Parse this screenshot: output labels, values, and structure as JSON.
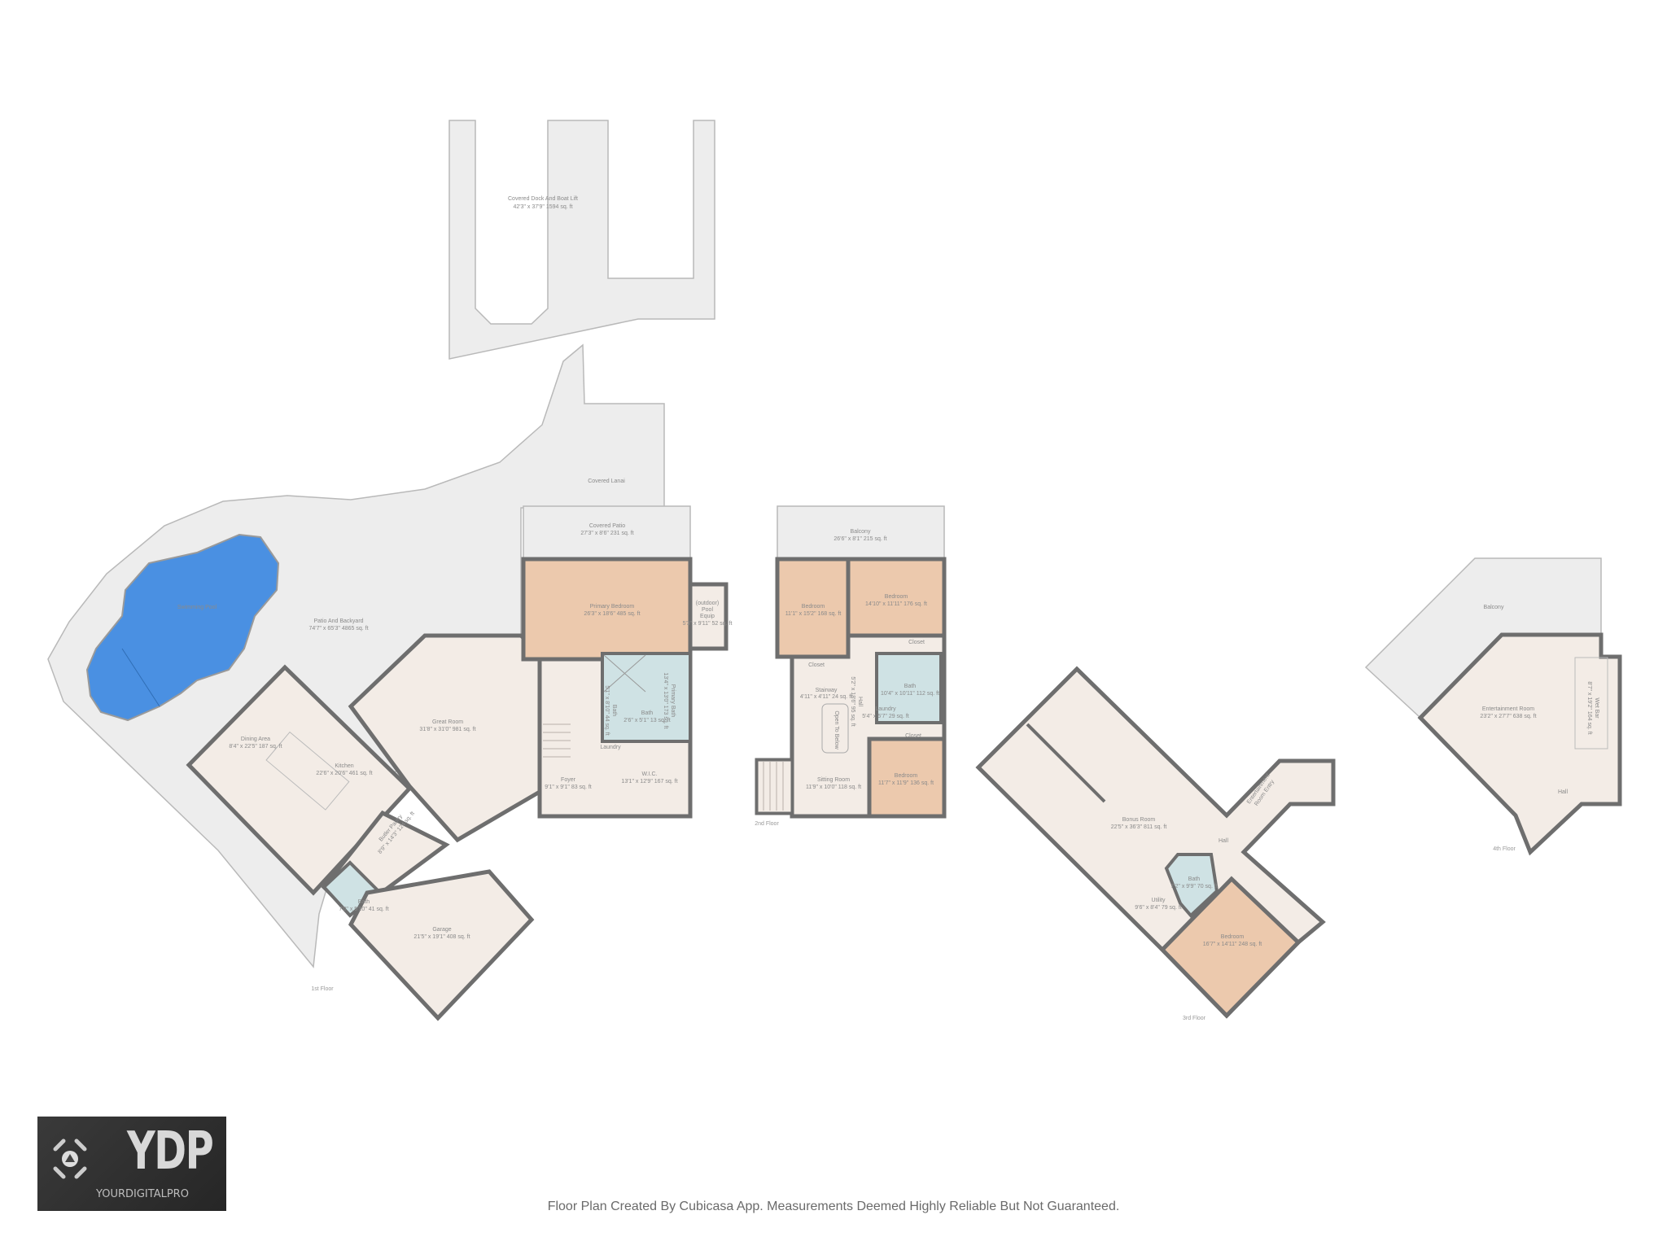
{
  "dock": {
    "name": "Covered Dock And Boat Lift",
    "dims": "42'3\" x 37'9\" 1594 sq. ft"
  },
  "floor1": {
    "label": "1st Floor",
    "pool": {
      "name": "Swimming Pool"
    },
    "patio_backyard": {
      "name": "Patio And Backyard",
      "dims": "74'7\" x 65'3\" 4865 sq. ft"
    },
    "covered_lanai": {
      "name": "Covered Lanai"
    },
    "covered_patio": {
      "name": "Covered Patio",
      "dims": "27'3\" x 8'6\" 231 sq. ft"
    },
    "primary_bedroom": {
      "name": "Primary Bedroom",
      "dims": "26'3\" x 18'6\" 485 sq. ft"
    },
    "pool_equip": {
      "line1": "(outdoor)",
      "line2": "Pool",
      "line3": "Equip",
      "dims": "5'3\" x 9'11\" 52 sq. ft"
    },
    "dining_area": {
      "name": "Dining Area",
      "dims": "8'4\" x 22'5\" 187 sq. ft"
    },
    "kitchen": {
      "name": "Kitchen",
      "dims": "22'6\" x 20'6\" 461 sq. ft"
    },
    "great_room": {
      "name": "Great Room",
      "dims": "31'8\" x 31'0\" 981 sq. ft"
    },
    "butler_pantry": {
      "name": "Butler Pantry",
      "dims": "8'9\" x 14'3\" 124 sq. ft"
    },
    "bath_garage": {
      "name": "Bath",
      "dims": "7'0\" x 5'10\" 41 sq. ft"
    },
    "garage": {
      "name": "Garage",
      "dims": "21'5\" x 19'1\" 408 sq. ft"
    },
    "foyer": {
      "name": "Foyer",
      "dims": "9'1\" x 9'1\" 83 sq. ft"
    },
    "wic": {
      "name": "W.I.C.",
      "dims": "13'1\" x 12'9\" 167 sq. ft"
    },
    "laundry": {
      "name": "Laundry"
    },
    "bath_a": {
      "name": "Bath",
      "dims": "5'1\" x 8'10\" 44 sq. ft"
    },
    "bath_b": {
      "name": "Bath",
      "dims": "2'6\" x 5'1\" 13 sq. ft"
    },
    "primary_bath": {
      "name": "Primary Bath",
      "dims": "13'4\" x 13'0\" 173 sq. ft"
    }
  },
  "floor2": {
    "label": "2nd Floor",
    "balcony": {
      "name": "Balcony",
      "dims": "26'6\" x 8'1\" 215 sq. ft"
    },
    "bedroom_left": {
      "name": "Bedroom",
      "dims": "11'1\" x 15'2\" 168 sq. ft"
    },
    "bedroom_right": {
      "name": "Bedroom",
      "dims": "14'10\" x 11'11\" 176 sq. ft"
    },
    "closet_right": {
      "name": "Closet"
    },
    "closet_left": {
      "name": "Closet"
    },
    "stairway": {
      "name": "Stairway",
      "dims": "4'11\" x 4'11\" 24 sq. ft"
    },
    "hall": {
      "name": "Hall",
      "dims": "5'2\" x 18'6\" 95 sq. ft"
    },
    "open_to_below": {
      "name": "Open To Below"
    },
    "bath": {
      "name": "Bath",
      "dims": "10'4\" x 10'11\" 112 sq. ft"
    },
    "laundry": {
      "name": "Laundry",
      "dims": "5'4\" x 5'7\" 29 sq. ft"
    },
    "closet_bottom": {
      "name": "Closet"
    },
    "sitting_room": {
      "name": "Sitting Room",
      "dims": "11'9\" x 10'0\" 118 sq. ft"
    },
    "bedroom_bottom": {
      "name": "Bedroom",
      "dims": "11'7\" x 11'9\" 136 sq. ft"
    }
  },
  "floor3": {
    "label": "3rd Floor",
    "bonus_room": {
      "name": "Bonus Room",
      "dims": "22'5\" x 36'3\" 811 sq. ft"
    },
    "entertainment_entry": {
      "line1": "Entertainment",
      "line2": "Room Entry"
    },
    "hall": {
      "name": "Hall"
    },
    "bath": {
      "name": "Bath",
      "dims": "7'2\" x 9'9\" 70 sq. ft"
    },
    "utility": {
      "name": "Utility",
      "dims": "9'6\" x 8'4\" 79 sq. ft"
    },
    "bedroom": {
      "name": "Bedroom",
      "dims": "16'7\" x 14'11\" 248 sq. ft"
    }
  },
  "floor4": {
    "label": "4th Floor",
    "balcony": {
      "name": "Balcony"
    },
    "entertainment_room": {
      "name": "Entertainment Room",
      "dims": "23'2\" x 27'7\" 638 sq. ft"
    },
    "wet_bar": {
      "name": "Wet Bar",
      "dims": "8'7\" x 19'2\" 164 sq. ft"
    },
    "hall": {
      "name": "Hall"
    }
  },
  "logo": {
    "mark": "YDP",
    "text": "YOURDIGITALPRO"
  },
  "footer": "Floor Plan Created By Cubicasa App. Measurements Deemed Highly Reliable But Not Guaranteed.",
  "colors": {
    "outdoor": "#ededed",
    "interior": "#f3ece6",
    "bedroom": "#ecc9ad",
    "wet_room": "#cfe2e4",
    "pool": "#4a90e2",
    "walls": "#6e6e6e"
  }
}
